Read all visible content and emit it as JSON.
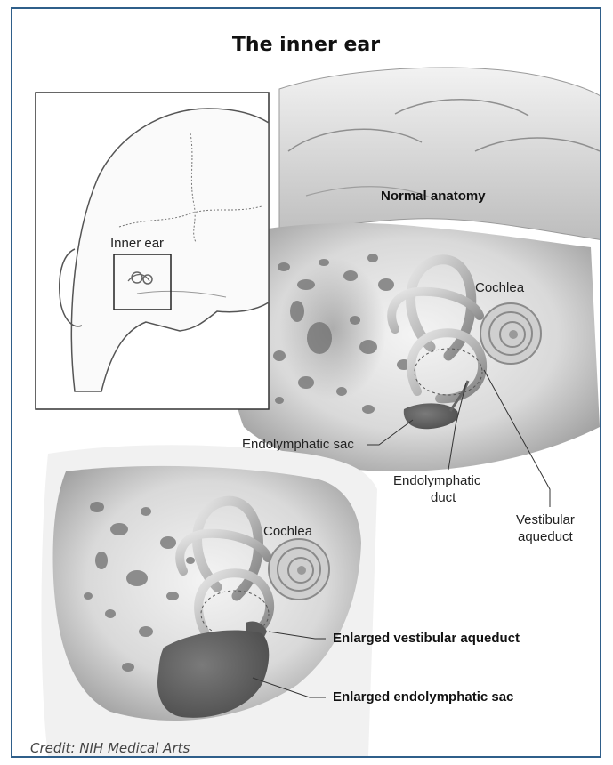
{
  "figure": {
    "title": "The inner ear",
    "credit": "Credit: NIH Medical Arts"
  },
  "inset": {
    "label": "Inner ear"
  },
  "top_panel": {
    "heading": "Normal anatomy",
    "labels": {
      "cochlea": "Cochlea",
      "endolymphatic_sac": "Endolymphatic sac",
      "endolymphatic_duct_line1": "Endolymphatic",
      "endolymphatic_duct_line2": "duct",
      "vestibular_aqueduct_line1": "Vestibular",
      "vestibular_aqueduct_line2": "aqueduct"
    }
  },
  "bottom_panel": {
    "labels": {
      "cochlea": "Cochlea",
      "enlarged_vestibular_aqueduct": "Enlarged vestibular aqueduct",
      "enlarged_endolymphatic_sac": "Enlarged endolymphatic sac"
    }
  }
}
